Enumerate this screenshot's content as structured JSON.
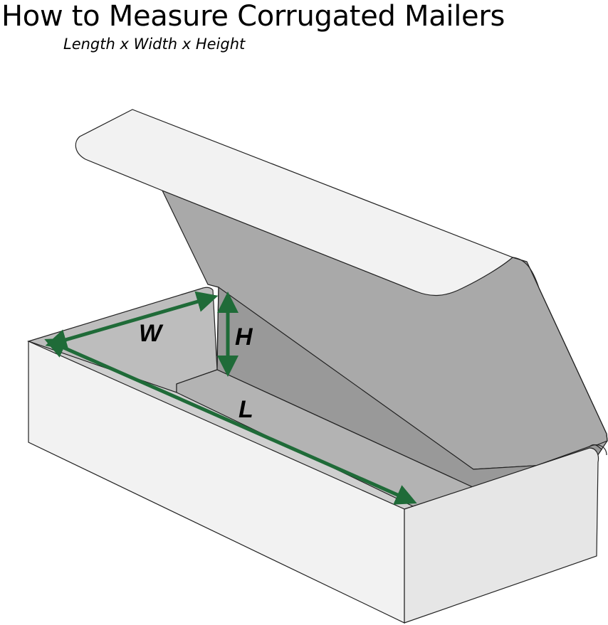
{
  "title": "How to Measure Corrugated Mailers",
  "subtitle": "Length x Width x Height",
  "dimensions": {
    "width_label": "W",
    "height_label": "H",
    "length_label": "L"
  },
  "colors": {
    "arrow": "#1f6b38",
    "box_outer": "#f2f2f2",
    "box_inner_floor": "#bdbdbd",
    "box_inner_wall": "#a6a6a6",
    "box_back_wall": "#999999",
    "outline": "#222222"
  }
}
